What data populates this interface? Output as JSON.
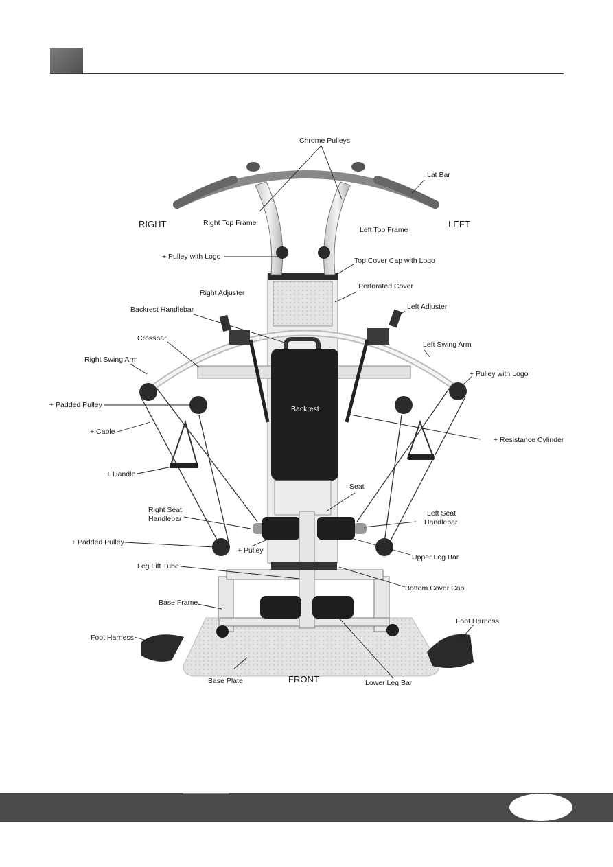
{
  "header": {
    "title": ""
  },
  "labels": {
    "chrome_pulleys": "Chrome Pulleys",
    "lat_bar": "Lat Bar",
    "right": "RIGHT",
    "right_top_frame": "Right Top Frame",
    "left_top_frame": "Left Top Frame",
    "left": "LEFT",
    "pulley_with_logo_right": "+ Pulley with Logo",
    "top_cover_cap": "Top Cover Cap with Logo",
    "perforated_cover": "Perforated Cover",
    "right_adjuster": "Right Adjuster",
    "left_adjuster": "Left Adjuster",
    "backrest_handlebar": "Backrest Handlebar",
    "left_swing_arm": "Left Swing Arm",
    "crossbar": "Crossbar",
    "right_swing_arm": "Right Swing Arm",
    "pulley_with_logo_left": "+ Pulley with Logo",
    "padded_pulley_top": "+ Padded Pulley",
    "backrest": "Backrest",
    "cable": "+ Cable",
    "resistance_cylinder": "+ Resistance Cylinder",
    "handle": "+ Handle",
    "seat": "Seat",
    "right_seat_handlebar_1": "Right Seat",
    "right_seat_handlebar_2": "Handlebar",
    "left_seat_handlebar_1": "Left Seat",
    "left_seat_handlebar_2": "Handlebar",
    "padded_pulley_bottom": "+ Padded Pulley",
    "pulley": "+ Pulley",
    "upper_leg_bar": "Upper Leg Bar",
    "leg_lift_tube": "Leg Lift Tube",
    "bottom_cover_cap": "Bottom Cover Cap",
    "base_frame": "Base Frame",
    "foot_harness_right": "Foot Harness",
    "foot_harness_left": "Foot Harness",
    "base_plate": "Base Plate",
    "front": "FRONT",
    "lower_leg_bar": "Lower Leg Bar"
  },
  "footer": {
    "page_number": ""
  },
  "colors": {
    "footer": "#4a4a4a",
    "header_square": "#666666",
    "frame": "#d8d8d8",
    "pad": "#222222"
  }
}
